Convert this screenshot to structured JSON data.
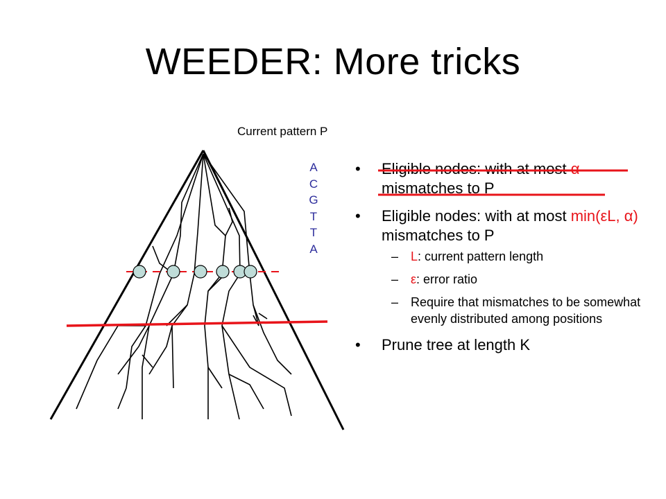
{
  "slide": {
    "title": "WEEDER: More tricks",
    "pattern_caption": "Current pattern P",
    "pattern_letters": [
      "A",
      "C",
      "G",
      "T",
      "T",
      "A"
    ]
  },
  "bullets": {
    "b1": {
      "text": "Eligible nodes: with at most ",
      "alpha": "α",
      "tail": " mismatches to P",
      "struck": true
    },
    "b2": {
      "text": "Eligible nodes: with at most ",
      "min_part": "min(εL, α)",
      "tail": " mismatches to P"
    },
    "subs": [
      {
        "key": "L",
        "desc": ": current pattern length"
      },
      {
        "key": "ε",
        "desc": ": error ratio"
      },
      {
        "key": "",
        "desc": "Require that mismatches to be somewhat evenly distributed among positions"
      }
    ],
    "b3": {
      "text": "Prune tree at length K"
    }
  },
  "colors": {
    "red": "#e8141a",
    "node_fill": "#bfdcd8",
    "letters": "#2d2d9c"
  }
}
